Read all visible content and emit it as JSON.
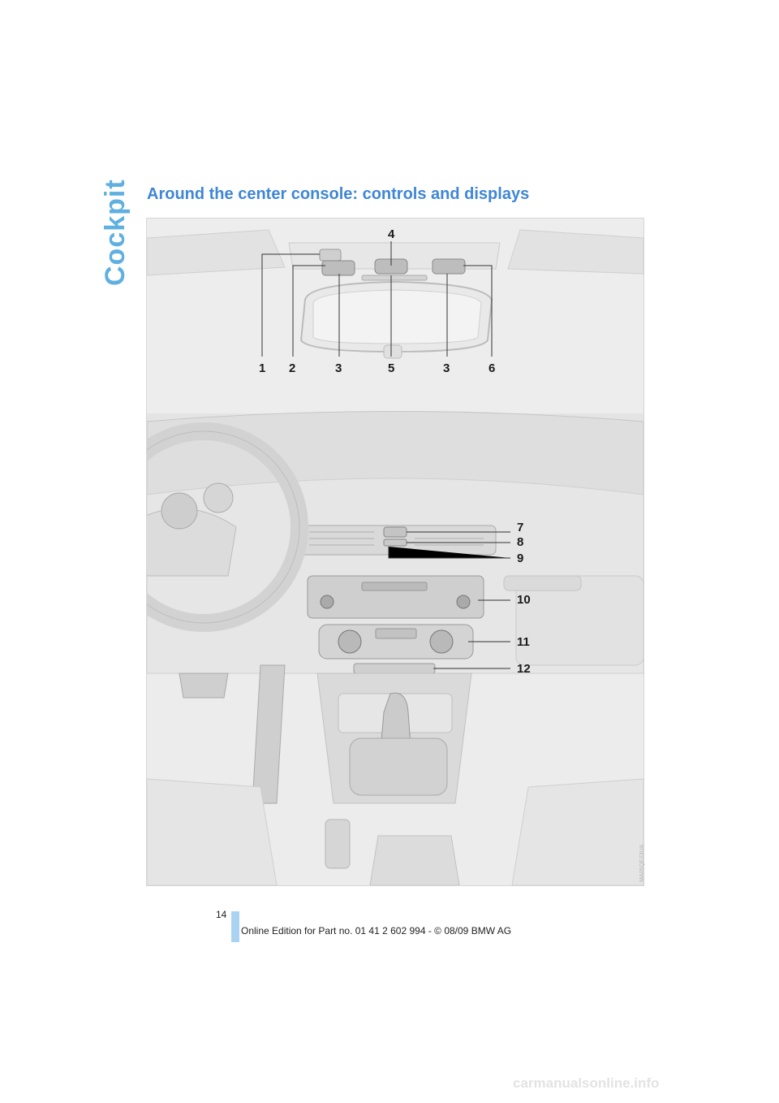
{
  "sidebar": {
    "section": "Cockpit"
  },
  "heading": "Around the center console: controls and displays",
  "figure": {
    "image_code": "MA05QE23UA",
    "callouts": [
      "1",
      "2",
      "3",
      "4",
      "5",
      "3",
      "6",
      "7",
      "8",
      "9",
      "10",
      "11",
      "12"
    ]
  },
  "footer": {
    "page_number": "14",
    "edition": "Online Edition for Part no. 01 41 2 602 994 - © 08/09 BMW AG"
  },
  "watermark": "carmanualsonline.info"
}
